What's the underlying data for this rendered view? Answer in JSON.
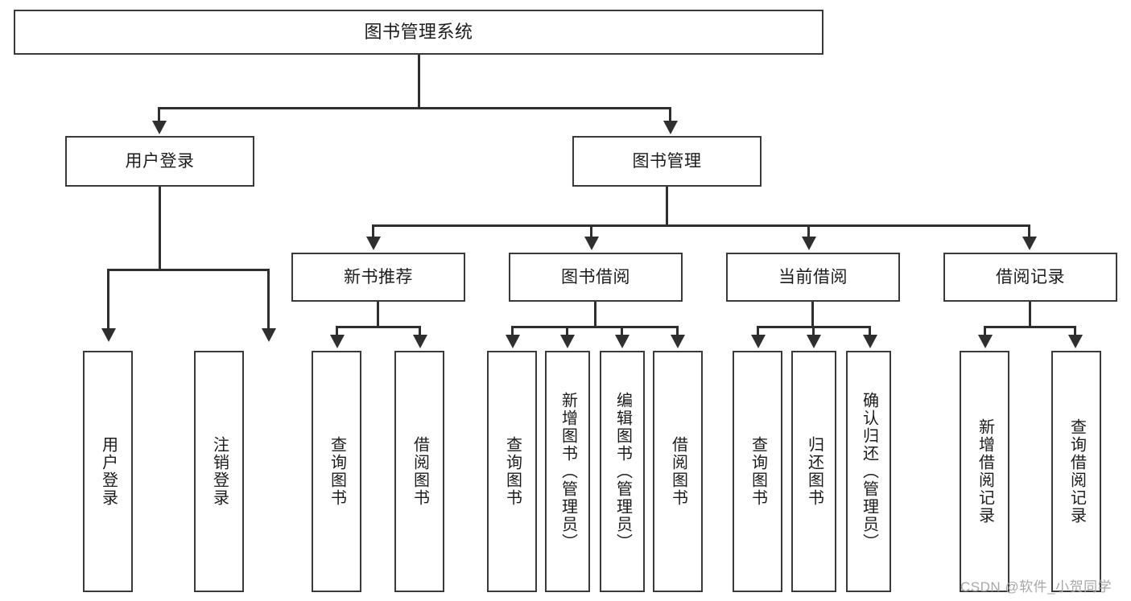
{
  "diagram": {
    "title": "图书管理系统",
    "type": "tree-hierarchy",
    "root": {
      "label": "图书管理系统"
    },
    "level2": [
      {
        "label": "用户登录"
      },
      {
        "label": "图书管理"
      }
    ],
    "level3": [
      {
        "label": "新书推荐"
      },
      {
        "label": "图书借阅"
      },
      {
        "label": "当前借阅"
      },
      {
        "label": "借阅记录"
      }
    ],
    "leaves": {
      "user_login": [
        {
          "label": "用户登录"
        },
        {
          "label": "注销登录"
        }
      ],
      "new_book_recommend": [
        {
          "label": "查询图书"
        },
        {
          "label": "借阅图书"
        }
      ],
      "book_borrow": [
        {
          "label": "查询图书"
        },
        {
          "label": "新增图书（管理员）"
        },
        {
          "label": "编辑图书（管理员）"
        },
        {
          "label": "借阅图书"
        }
      ],
      "current_borrow": [
        {
          "label": "查询图书"
        },
        {
          "label": "归还图书"
        },
        {
          "label": "确认归还（管理员）"
        }
      ],
      "borrow_record": [
        {
          "label": "新增借阅记录"
        },
        {
          "label": "查询借阅记录"
        }
      ]
    }
  },
  "watermark": {
    "text": "CSDN @软件_小贺同学"
  },
  "colors": {
    "box_border": "#3a3a3a",
    "connector": "#2f2f2f",
    "text": "#1c1c1c",
    "background": "#ffffff",
    "watermark": "#a8a8a8"
  }
}
